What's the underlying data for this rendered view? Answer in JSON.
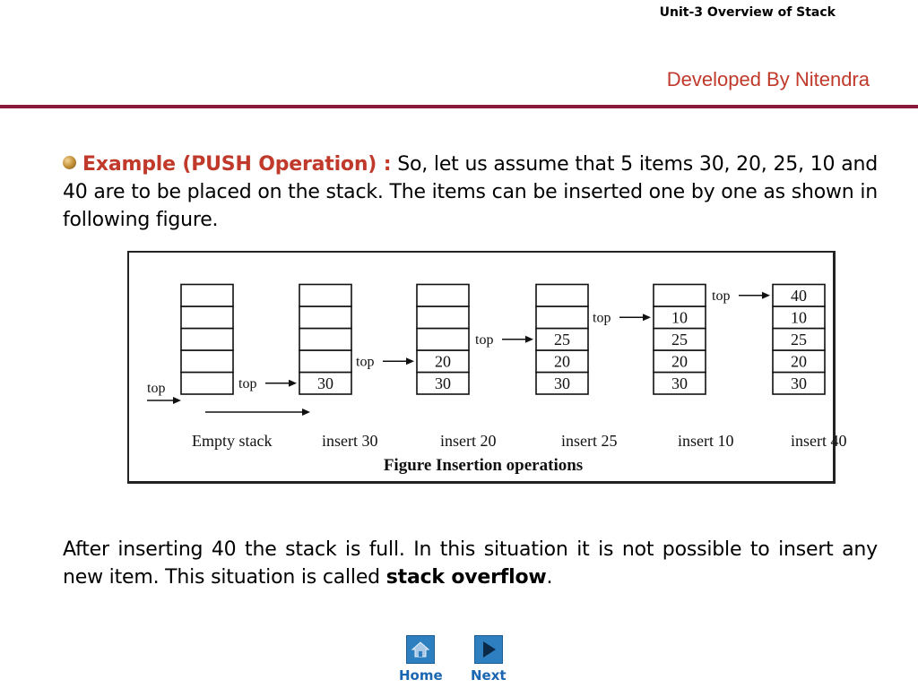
{
  "header": {
    "title": "Unit-3 Overview of Stack",
    "author": "Developed By Nitendra"
  },
  "colors": {
    "accent": "#c0392b",
    "rule": "#8b1a3a",
    "nav_icon": "#2e7fc0",
    "nav_label": "#1a66b0"
  },
  "content": {
    "para1_lead": "Example (PUSH Operation) :",
    "para1_text": " So, let us assume that 5 items 30, 20, 25, 10 and 40 are to be placed on the stack. The items can be inserted one by one as shown in following figure.",
    "para2_text": "After inserting 40 the stack is full. In this situation  it  is  not  possible to  insert  any new item. This situation is called ",
    "para2_strong": "stack overflow",
    "para2_end": "."
  },
  "figure": {
    "caption": "Figure Insertion operations",
    "top_label": "top",
    "capacity": 5,
    "stacks": [
      {
        "label": "Empty stack",
        "items": []
      },
      {
        "label": "insert 30",
        "items": [
          "30"
        ]
      },
      {
        "label": "insert 20",
        "items": [
          "30",
          "20"
        ]
      },
      {
        "label": "insert 25",
        "items": [
          "30",
          "20",
          "25"
        ]
      },
      {
        "label": "insert 10",
        "items": [
          "30",
          "20",
          "25",
          "10"
        ]
      },
      {
        "label": "insert 40",
        "items": [
          "30",
          "20",
          "25",
          "10",
          "40"
        ]
      }
    ]
  },
  "nav": {
    "home_label": "Home",
    "next_label": "Next",
    "home_icon": "home-icon",
    "next_icon": "play-arrow-icon"
  }
}
